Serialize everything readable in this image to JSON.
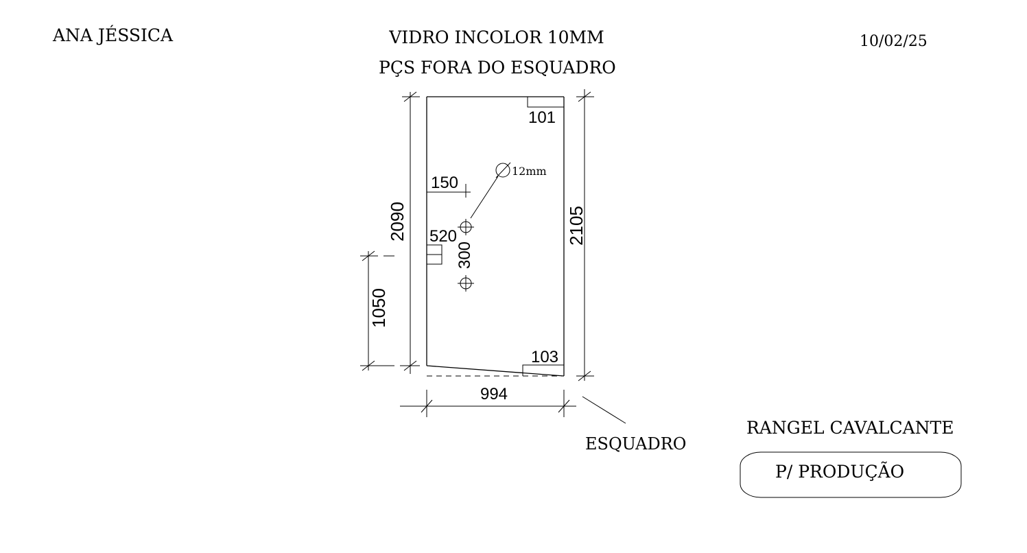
{
  "header": {
    "client": "ANA JÉSSICA",
    "material": "VIDRO INCOLOR 10MM",
    "subtitle": "PÇS  FORA DO ESQUADRO",
    "date": "10/02/25"
  },
  "dimensions": {
    "left_height": "2090",
    "right_height": "2105",
    "bottom_width": "994",
    "lower_left": "1050",
    "top_right_corner": "101",
    "bottom_right_corner": "103",
    "hole_offset": "150",
    "notch": "520",
    "hole_spacing": "300"
  },
  "hole": {
    "diameter_label": "12mm"
  },
  "labels": {
    "square_reference": "ESQUADRO",
    "author": "RANGEL CAVALCANTE",
    "status": "P/ PRODUÇÃO"
  }
}
